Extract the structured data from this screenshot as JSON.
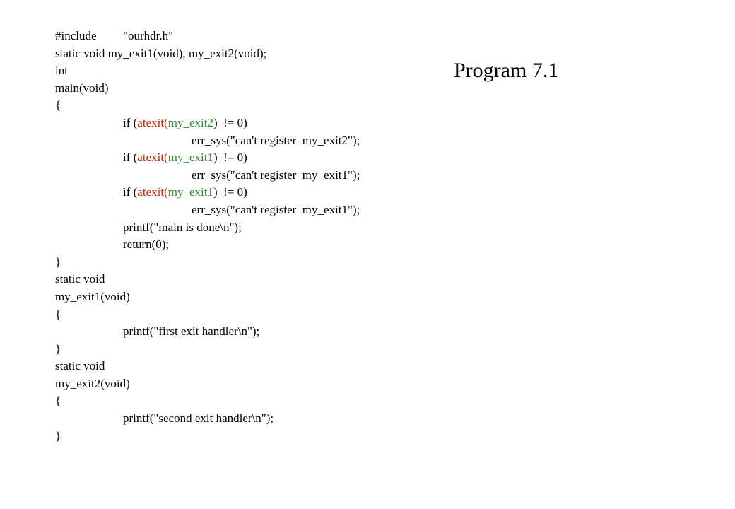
{
  "slide": {
    "title": "Program 7.1"
  },
  "code": {
    "include_directive": "#include",
    "include_file": "\"ourhdr.h\"",
    "decl_prefix": "static void",
    "decl_rest": "my_exit1(void), my_exit2(void);",
    "main_type": "int",
    "main_sig": "main(void)",
    "open_brace": "{",
    "close_brace": "}",
    "atexit_calls": [
      {
        "prefix": "if (",
        "func": "atexit(",
        "arg": "my_exit2",
        "suffix": ")  != 0)",
        "err": "err_sys(\"can't register  my_exit2\");"
      },
      {
        "prefix": "if (",
        "func": "atexit(",
        "arg": "my_exit1",
        "suffix": ")  != 0)",
        "err": "err_sys(\"can't register  my_exit1\");"
      },
      {
        "prefix": "if (",
        "func": "atexit(",
        "arg": "my_exit1",
        "suffix": ")  != 0)",
        "err": "err_sys(\"can't register  my_exit1\");"
      }
    ],
    "printf_main": "printf(\"main is done\\n\");",
    "return_stmt": "return(0);",
    "static_void": "static void",
    "exit1_sig": "my_exit1(void)",
    "printf_exit1": "printf(\"first exit handler\\n\");",
    "exit2_sig": "my_exit2(void)",
    "printf_exit2": "printf(\"second exit handler\\n\");"
  },
  "colors": {
    "function_name": "#cc2200",
    "function_arg": "#2e8b2e"
  }
}
